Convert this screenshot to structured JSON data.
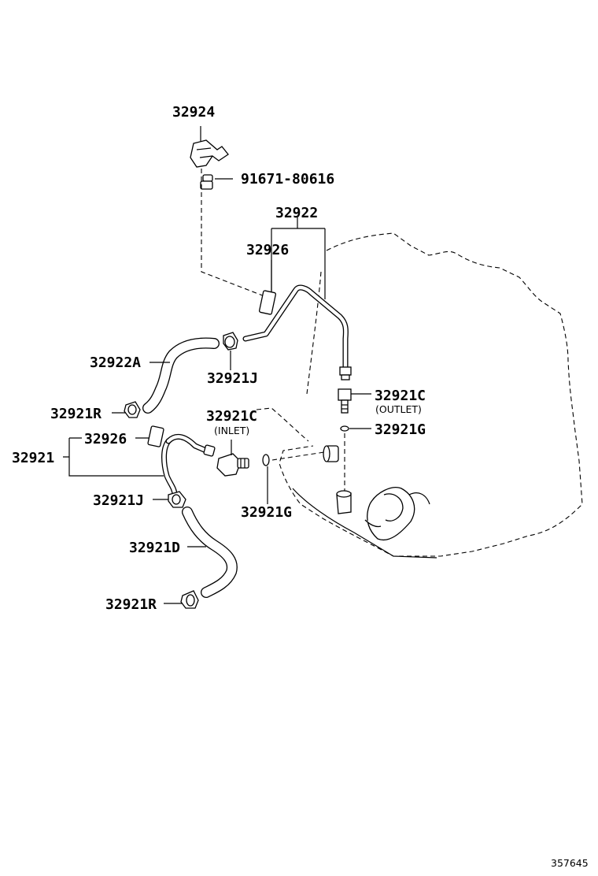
{
  "labels": {
    "p32924": "32924",
    "p91671": "91671-80616",
    "p32922": "32922",
    "p32926_top": "32926",
    "p32922A": "32922A",
    "p32921J_top": "32921J",
    "p32921R_top": "32921R",
    "p32921C_outlet": "32921C",
    "outlet": "(OUTLET)",
    "p32921G_right": "32921G",
    "p32921C_inlet": "32921C",
    "inlet": "(INLET)",
    "p32926_mid": "32926",
    "p32921": "32921",
    "p32921J_bottom": "32921J",
    "p32921G_mid": "32921G",
    "p32921D": "32921D",
    "p32921R_bottom": "32921R"
  },
  "diagram_ref": "357645"
}
